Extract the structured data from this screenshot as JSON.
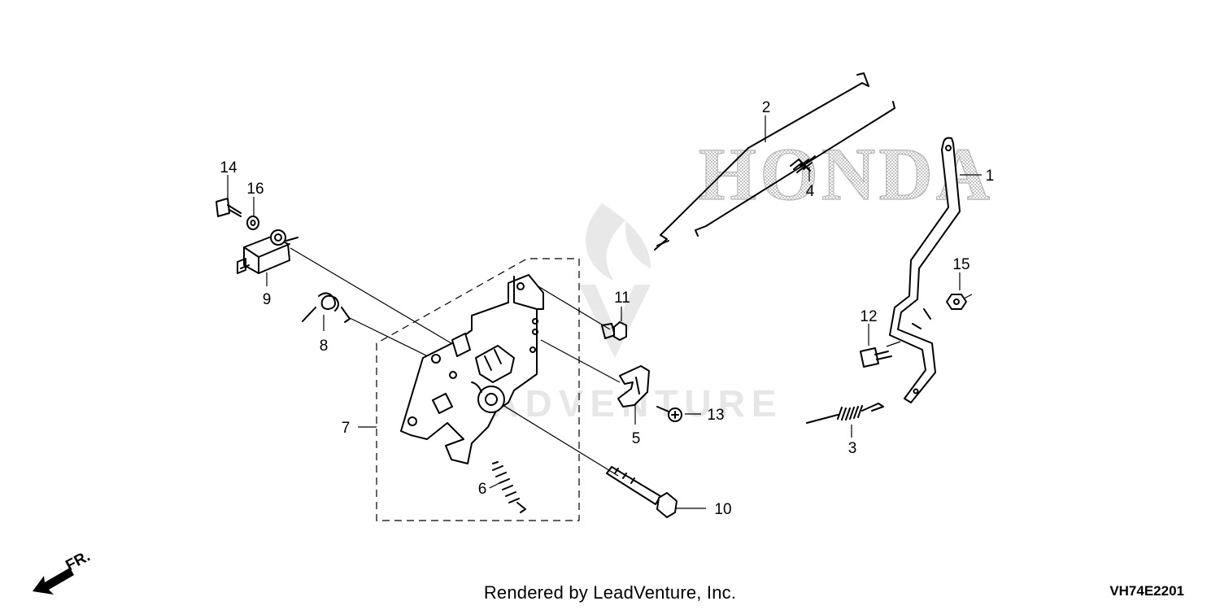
{
  "diagram": {
    "brand_watermark": "HONDA",
    "site_watermark": "LEADVENTURE",
    "callouts": [
      {
        "id": "1",
        "label": "1"
      },
      {
        "id": "2",
        "label": "2"
      },
      {
        "id": "3",
        "label": "3"
      },
      {
        "id": "4",
        "label": "4"
      },
      {
        "id": "5",
        "label": "5"
      },
      {
        "id": "6",
        "label": "6"
      },
      {
        "id": "7",
        "label": "7"
      },
      {
        "id": "8",
        "label": "8"
      },
      {
        "id": "9",
        "label": "9"
      },
      {
        "id": "10",
        "label": "10"
      },
      {
        "id": "11",
        "label": "11"
      },
      {
        "id": "12",
        "label": "12"
      },
      {
        "id": "13",
        "label": "13"
      },
      {
        "id": "14",
        "label": "14"
      },
      {
        "id": "15",
        "label": "15"
      },
      {
        "id": "16",
        "label": "16"
      }
    ],
    "direction_label": "FR."
  },
  "footer": {
    "credit": "Rendered by LeadVenture, Inc.",
    "diagram_code": "VH74E2201"
  }
}
